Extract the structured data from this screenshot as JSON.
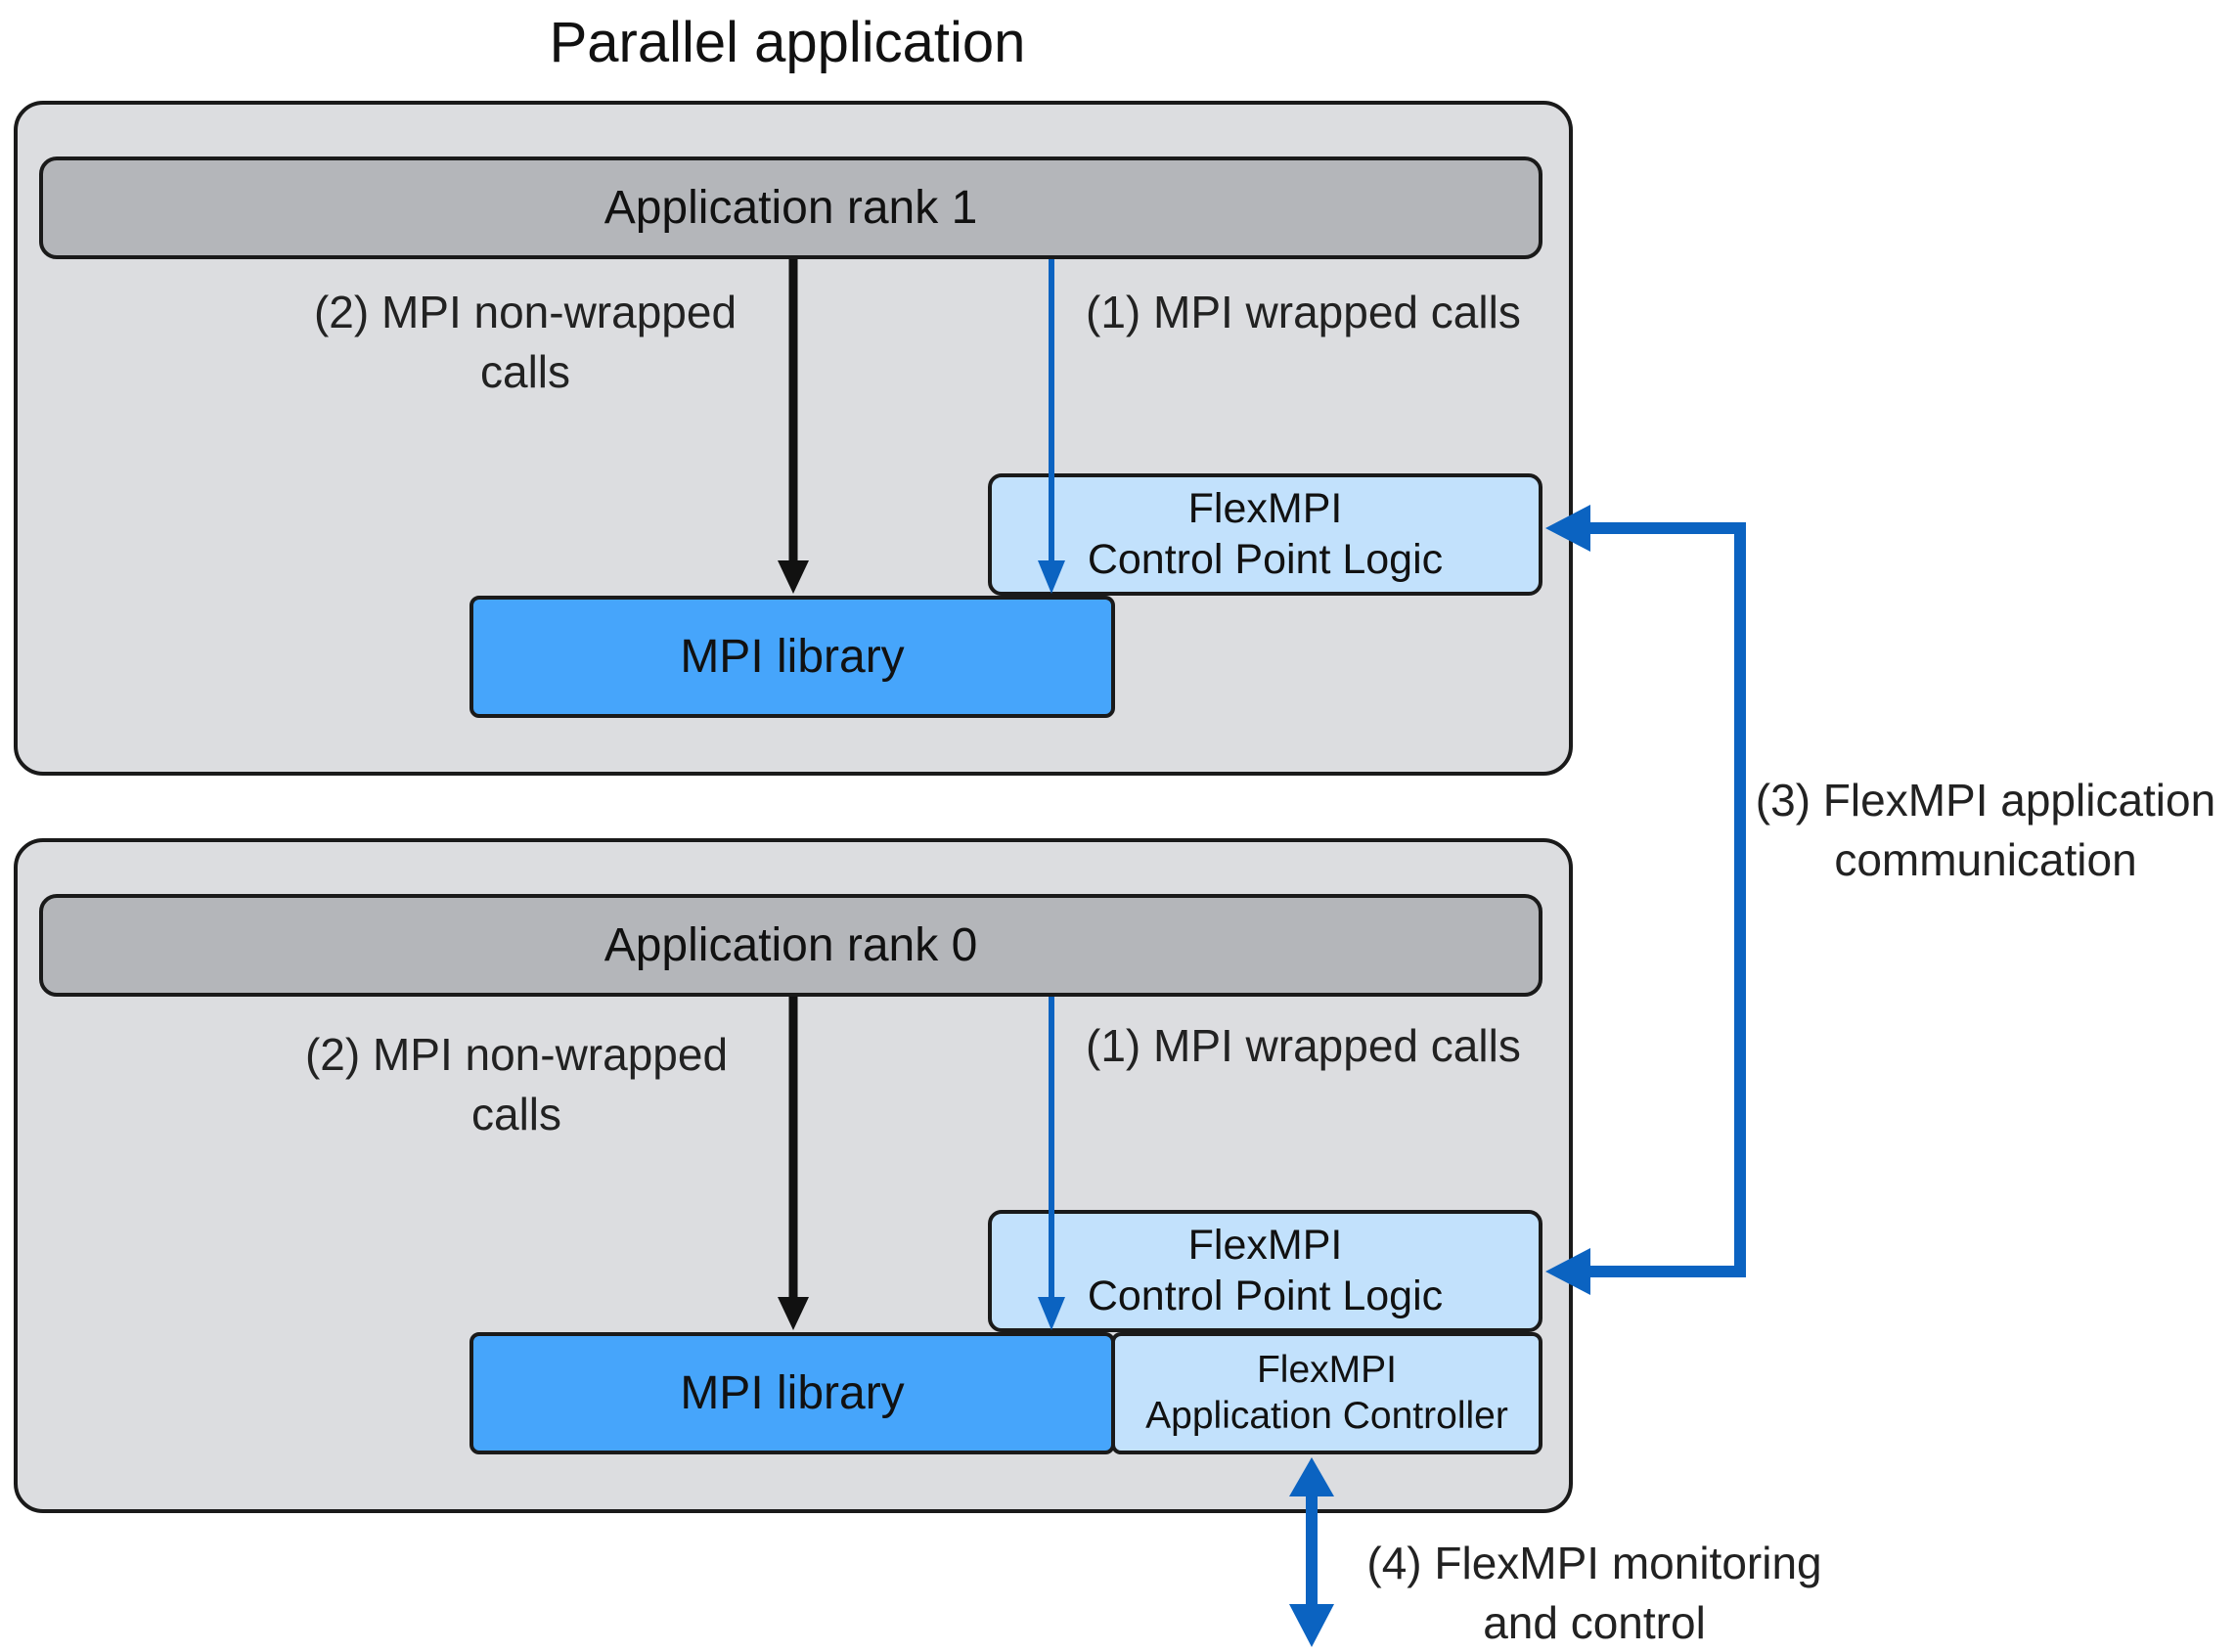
{
  "diagram": {
    "title": "Parallel application",
    "colors": {
      "outer_fill": "#dcdde0",
      "rank_bar_fill": "#b4b6ba",
      "mpi_library_fill": "#46a5fb",
      "flexmpi_box_fill": "#c2e1fc",
      "blue_arrow": "#0b63c1",
      "black_arrow": "#111111"
    },
    "rank1": {
      "label": "Application rank 1",
      "non_wrapped": {
        "line1": "(2) MPI non-wrapped",
        "line2": "calls"
      },
      "wrapped": "(1) MPI wrapped calls",
      "cpl": {
        "line1": "FlexMPI",
        "line2": "Control Point Logic"
      },
      "library": "MPI library"
    },
    "rank0": {
      "label": "Application rank 0",
      "non_wrapped": {
        "line1": "(2) MPI non-wrapped",
        "line2": "calls"
      },
      "wrapped": "(1) MPI wrapped calls",
      "cpl": {
        "line1": "FlexMPI",
        "line2": "Control Point Logic"
      },
      "library": "MPI library",
      "controller": {
        "line1": "FlexMPI",
        "line2": "Application Controller"
      }
    },
    "communication": {
      "line1": "(3) FlexMPI application",
      "line2": "communication"
    },
    "monitoring": {
      "line1": "(4) FlexMPI monitoring",
      "line2": "and control"
    }
  }
}
